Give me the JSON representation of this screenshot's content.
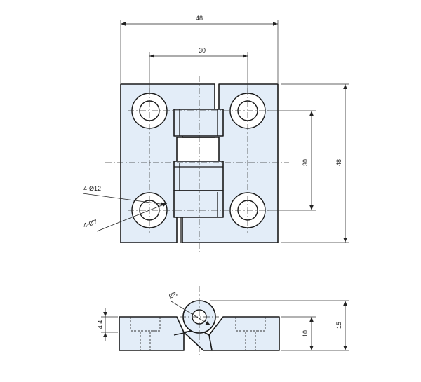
{
  "dimensions": {
    "overall_width": "48",
    "hole_pitch_horizontal": "30",
    "hole_pitch_vertical": "30",
    "overall_height": "48",
    "counterbore": "4-Ø12",
    "through_hole": "4-Ø7",
    "pin_diameter": "Ø5",
    "leaf_step": "4.4",
    "leaf_thickness": "10",
    "knuckle_height": "15"
  },
  "colors": {
    "part_fill": "#e3edf8",
    "outline": "#1a1a1a"
  }
}
